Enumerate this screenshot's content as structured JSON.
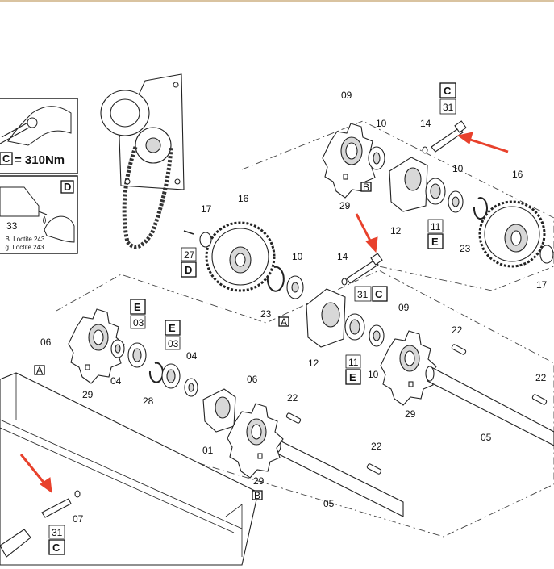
{
  "insets": {
    "torque_tag": "C",
    "torque_value": "= 310Nm",
    "loctite_tag": "D",
    "loctite_part": "33",
    "loctite_note_1": ". B. Loctite 243",
    "loctite_note_2": ". g. Loctite 243"
  },
  "callouts": {
    "c09_top": "09",
    "c10_top": "10",
    "c14_top": "14",
    "c31_top": "31",
    "c31_top_tag": "C",
    "c16_right": "16",
    "c10_right": "10",
    "c29_top": "29",
    "c12_top": "12",
    "c11_top": "11",
    "c11_top_tag": "E",
    "c23_right": "23",
    "c17_right": "17",
    "c17_left": "17",
    "c16_left": "16",
    "c27": "27",
    "c27_tag": "D",
    "c14_mid": "14",
    "c10_mid": "10",
    "c23_mid": "23",
    "c31_mid": "31",
    "c31_mid_tag": "C",
    "c09_mid": "09",
    "c12_mid": "12",
    "c11_mid": "11",
    "c11_mid_tag": "E",
    "c10_mid2": "10",
    "c29_mid": "29",
    "c22_a": "22",
    "c22_b": "22",
    "c05_right": "05",
    "c06_left": "06",
    "c03_a": "03",
    "c03_a_tag": "E",
    "c03_b": "03",
    "c03_b_tag": "E",
    "c04_a": "04",
    "c04_b": "04",
    "c28": "28",
    "c29_left": "29",
    "c06_mid": "06",
    "c01": "01",
    "c29_low": "29",
    "c22_c": "22",
    "c22_d": "22",
    "c05_low": "05",
    "c07": "07",
    "c31_low": "31",
    "c31_low_tag": "C"
  },
  "views": {
    "view_a1": "A",
    "view_a2": "A",
    "view_b1": "B",
    "view_b2": "B"
  }
}
